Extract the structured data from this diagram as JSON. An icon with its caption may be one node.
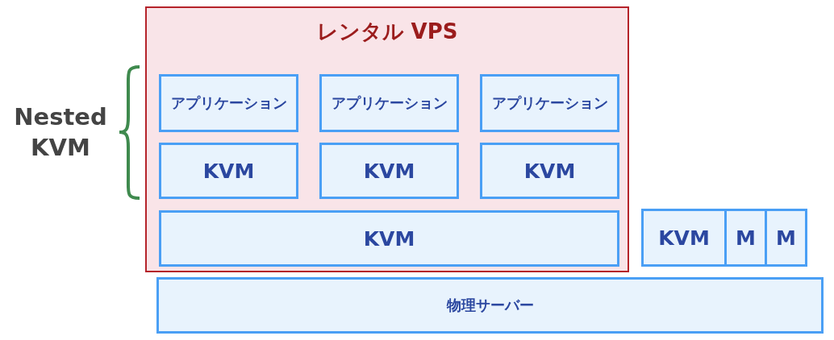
{
  "diagram": {
    "nodes": [
      {
        "text": [
          "レンタル VPS"
        ]
      },
      {
        "text": [
          "アプリケーション"
        ],
        "in": 0
      },
      {
        "text": [
          "アプリケーション"
        ],
        "in": 0
      },
      {
        "text": [
          "アプリケーション"
        ],
        "in": 0
      },
      {
        "text": [
          "KVM"
        ],
        "in": 0
      },
      {
        "text": [
          "KVM"
        ],
        "in": 0
      },
      {
        "text": [
          "KVM"
        ],
        "in": 0
      },
      {
        "text": [
          "KVM"
        ],
        "in": 0
      },
      {
        "text": [
          "KVM"
        ]
      },
      {
        "text": [
          "M"
        ]
      },
      {
        "text": [
          "M"
        ]
      },
      {
        "text": [
          "物理サーバー"
        ]
      }
    ],
    "labels": [
      "Nested KVM"
    ]
  }
}
